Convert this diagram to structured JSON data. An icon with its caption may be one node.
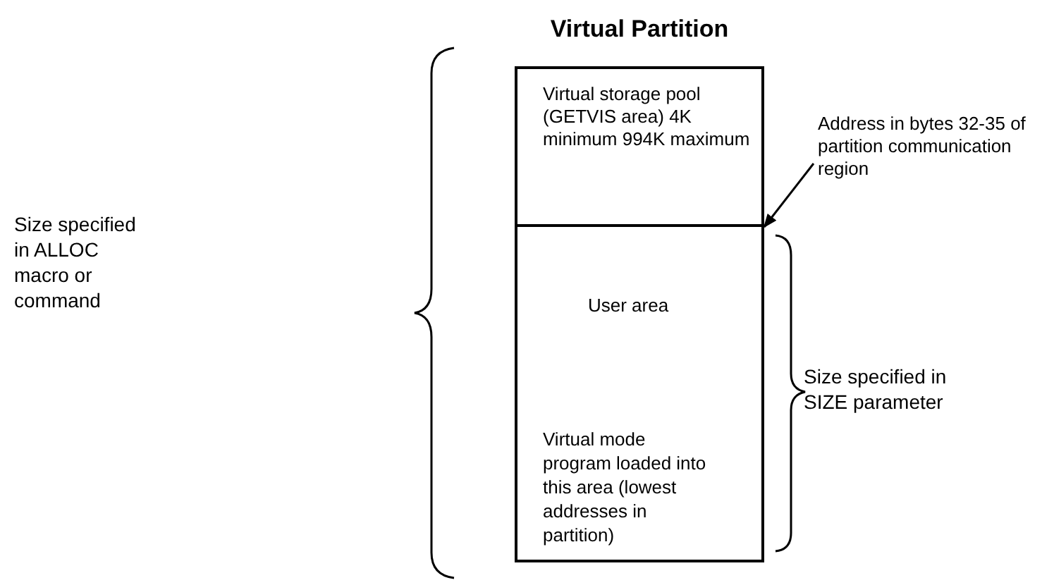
{
  "diagram": {
    "title": "Virtual Partition",
    "nodes": [
      {
        "text": [
          "Virtual storage pool (GETVIS area) 4K minimum 994K maximum"
        ]
      },
      {
        "text": [
          "User area",
          "Virtual mode program loaded into this area (lowest addresses in partition)"
        ]
      },
      {
        "text": [
          "Address in bytes 32-35 of partition communication region"
        ]
      }
    ],
    "edges": [
      {
        "from": 2,
        "to": 0,
        "arrow": "to"
      }
    ],
    "labels": [
      "Size specified in ALLOC macro or command",
      "Size specified in SIZE parameter"
    ]
  }
}
